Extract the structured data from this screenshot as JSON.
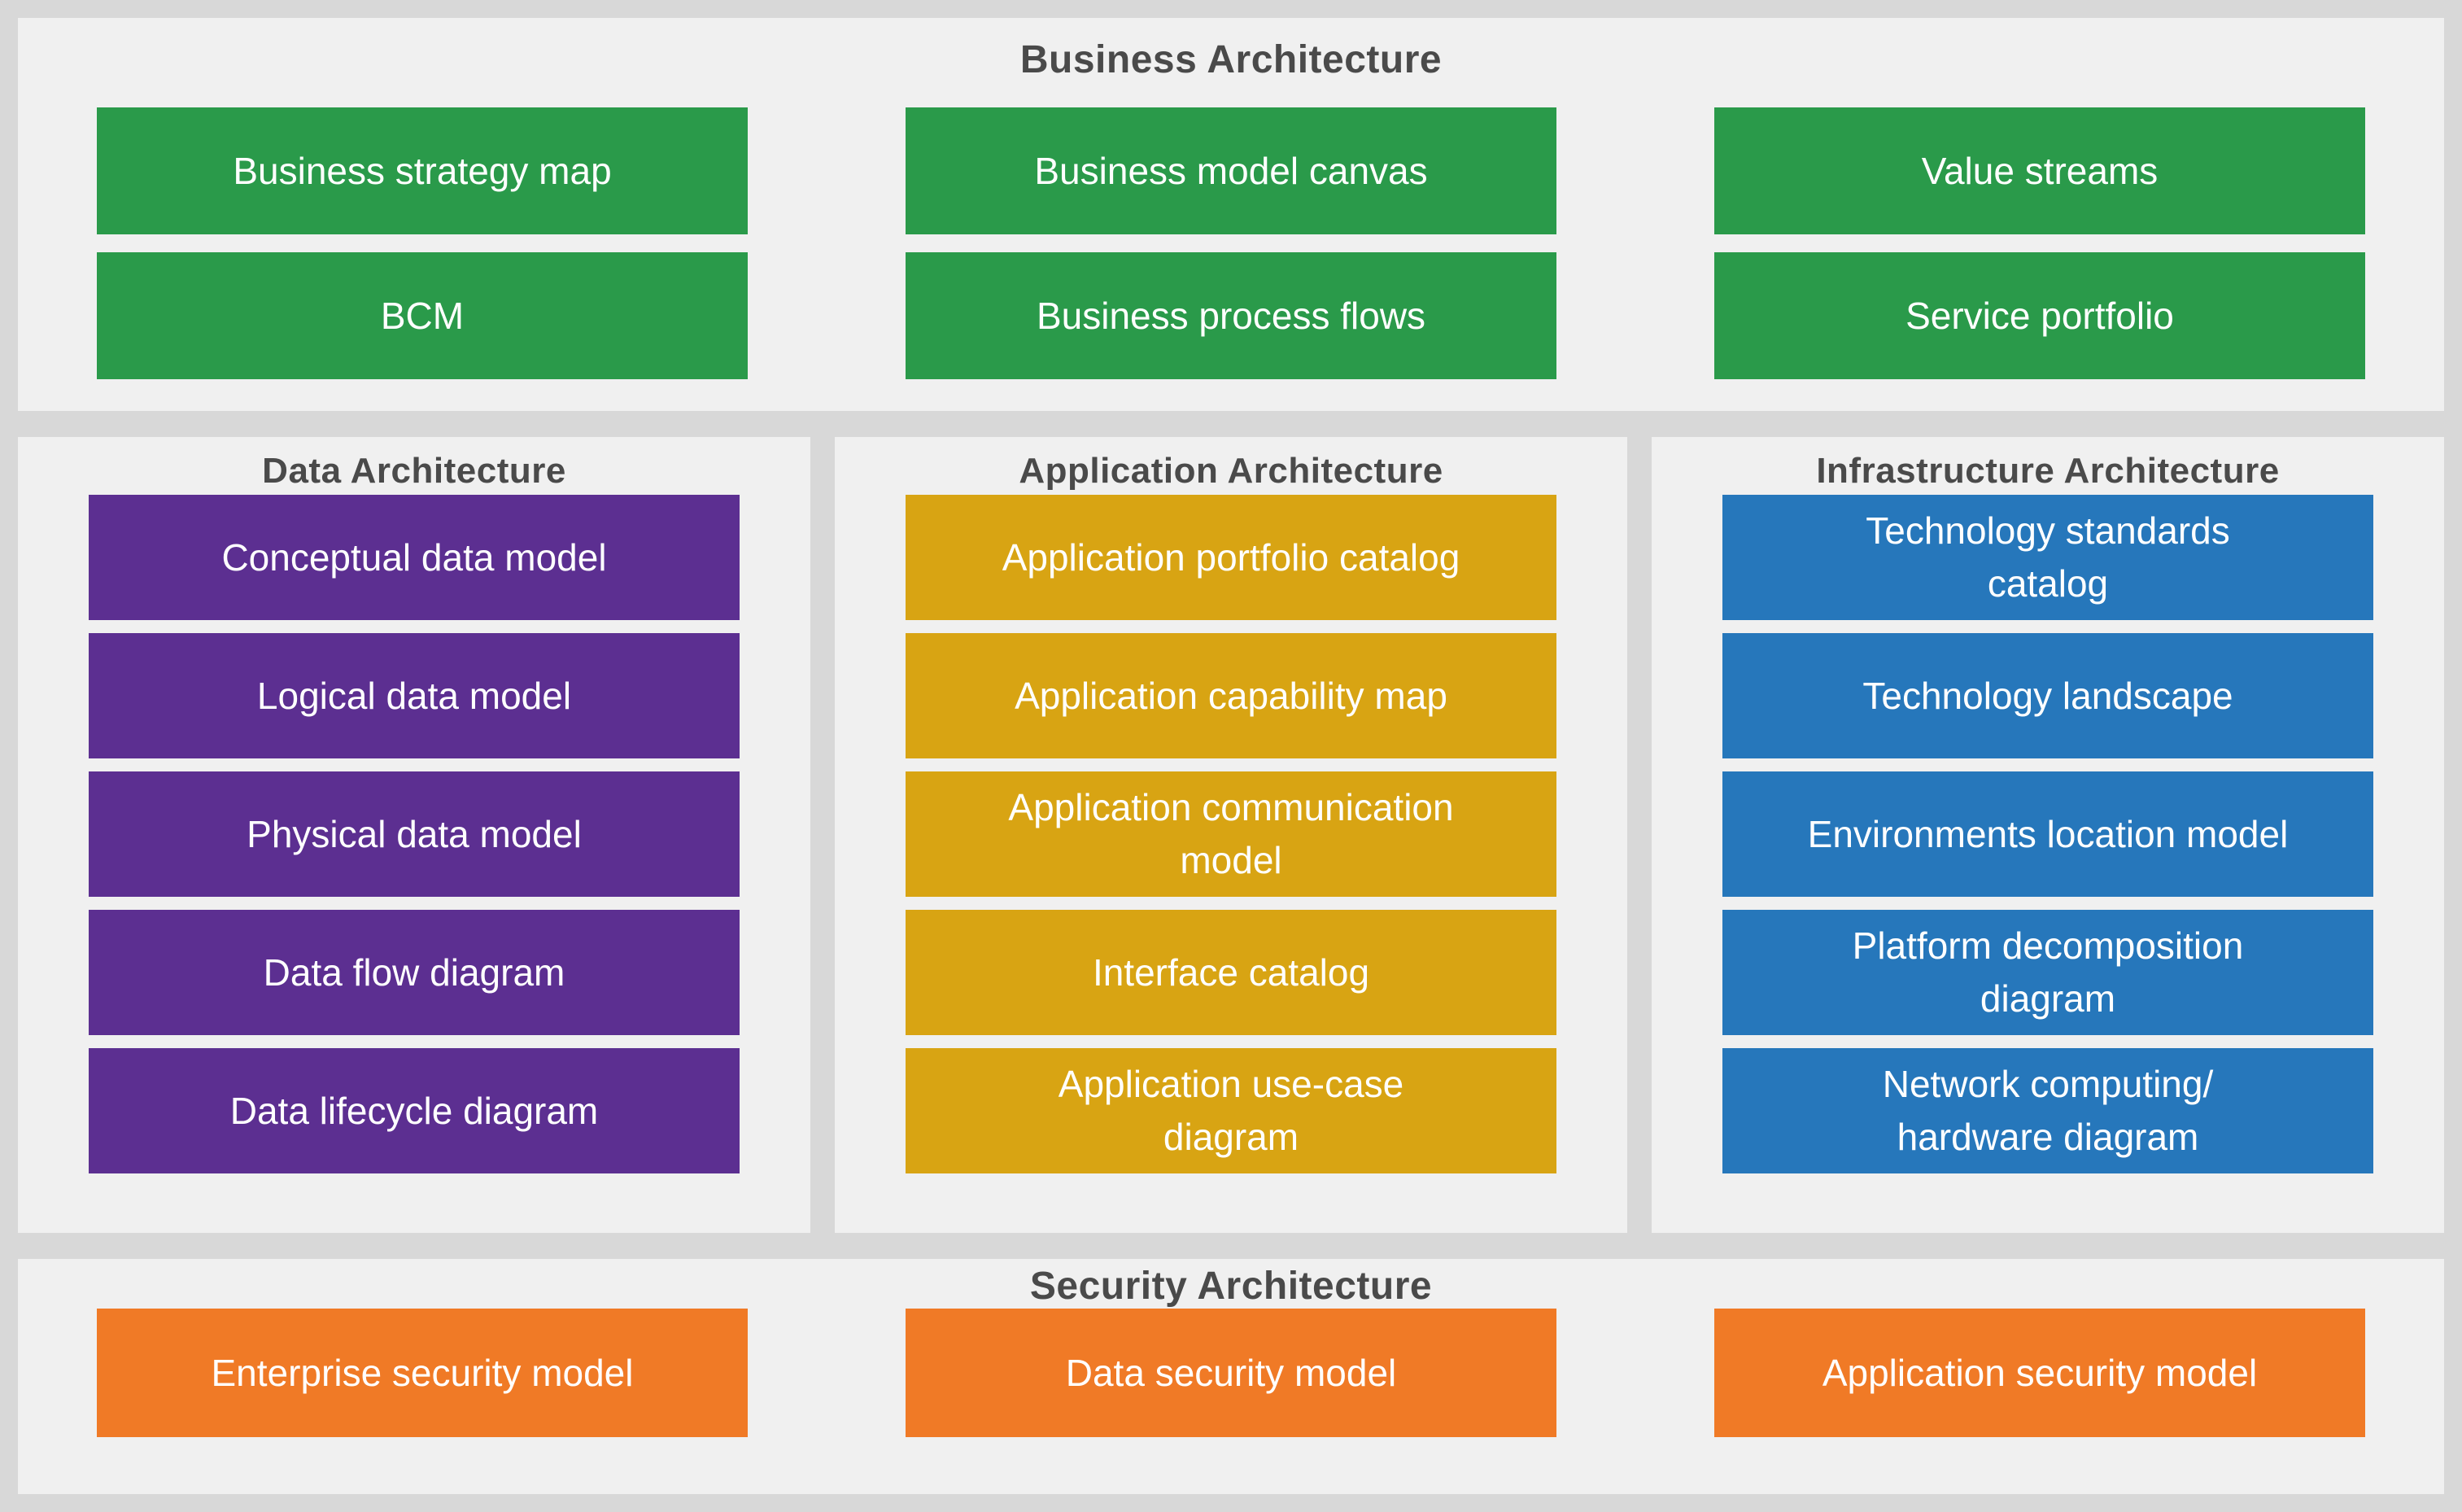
{
  "sections": {
    "business": {
      "title": "Business Architecture",
      "items": [
        "Business strategy map",
        "Business model canvas",
        "Value streams",
        "BCM",
        "Business process flows",
        "Service portfolio"
      ]
    },
    "data": {
      "title": "Data Architecture",
      "items": [
        "Conceptual data model",
        "Logical data model",
        "Physical data model",
        "Data flow diagram",
        "Data lifecycle diagram"
      ]
    },
    "application": {
      "title": "Application Architecture",
      "items": [
        "Application portfolio catalog",
        "Application capability map",
        "Application communication\nmodel",
        "Interface catalog",
        "Application use-case\ndiagram"
      ]
    },
    "infrastructure": {
      "title": "Infrastructure Architecture",
      "items": [
        "Technology standards\ncatalog",
        "Technology landscape",
        "Environments location model",
        "Platform decomposition\ndiagram",
        "Network computing/\nhardware diagram"
      ]
    },
    "security": {
      "title": "Security Architecture",
      "items": [
        "Enterprise security model",
        "Data security model",
        "Application security model"
      ]
    }
  },
  "colors": {
    "page_bg": "#d8d8d8",
    "panel_bg": "#f0f0f0",
    "heading_text": "#4a4a4a",
    "box_text": "#ffffff",
    "business": "#2a9a4a",
    "data": "#5c2f91",
    "application": "#d8a413",
    "infrastructure": "#2677bb",
    "security": "#f07a26"
  }
}
